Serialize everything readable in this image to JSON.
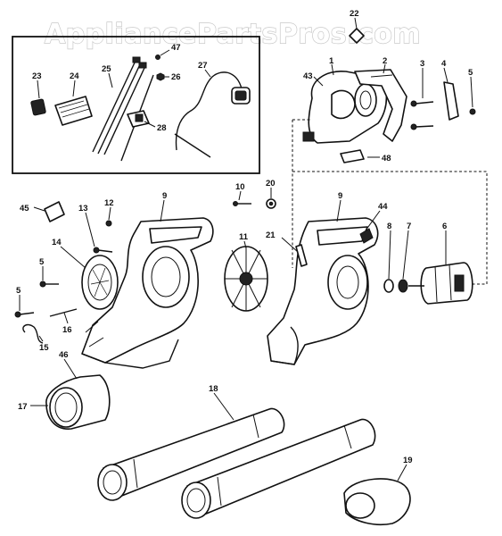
{
  "watermark": "AppliancePartsPros.com",
  "callouts": [
    {
      "id": "c-22",
      "text": "22"
    },
    {
      "id": "c-1",
      "text": "1"
    },
    {
      "id": "c-2",
      "text": "2"
    },
    {
      "id": "c-3",
      "text": "3"
    },
    {
      "id": "c-4",
      "text": "4"
    },
    {
      "id": "c-5a",
      "text": "5"
    },
    {
      "id": "c-43",
      "text": "43"
    },
    {
      "id": "c-48",
      "text": "48"
    },
    {
      "id": "c-47",
      "text": "47"
    },
    {
      "id": "c-23",
      "text": "23"
    },
    {
      "id": "c-24",
      "text": "24"
    },
    {
      "id": "c-25",
      "text": "25"
    },
    {
      "id": "c-26",
      "text": "26"
    },
    {
      "id": "c-27",
      "text": "27"
    },
    {
      "id": "c-28",
      "text": "28"
    },
    {
      "id": "c-45",
      "text": "45"
    },
    {
      "id": "c-13",
      "text": "13"
    },
    {
      "id": "c-12",
      "text": "12"
    },
    {
      "id": "c-9a",
      "text": "9"
    },
    {
      "id": "c-10",
      "text": "10"
    },
    {
      "id": "c-20",
      "text": "20"
    },
    {
      "id": "c-9b",
      "text": "9"
    },
    {
      "id": "c-44",
      "text": "44"
    },
    {
      "id": "c-11",
      "text": "11"
    },
    {
      "id": "c-21",
      "text": "21"
    },
    {
      "id": "c-8",
      "text": "8"
    },
    {
      "id": "c-7",
      "text": "7"
    },
    {
      "id": "c-6",
      "text": "6"
    },
    {
      "id": "c-14",
      "text": "14"
    },
    {
      "id": "c-5b",
      "text": "5"
    },
    {
      "id": "c-5c",
      "text": "5"
    },
    {
      "id": "c-16",
      "text": "16"
    },
    {
      "id": "c-15",
      "text": "15"
    },
    {
      "id": "c-46",
      "text": "46"
    },
    {
      "id": "c-17",
      "text": "17"
    },
    {
      "id": "c-18",
      "text": "18"
    },
    {
      "id": "c-19",
      "text": "19"
    }
  ]
}
